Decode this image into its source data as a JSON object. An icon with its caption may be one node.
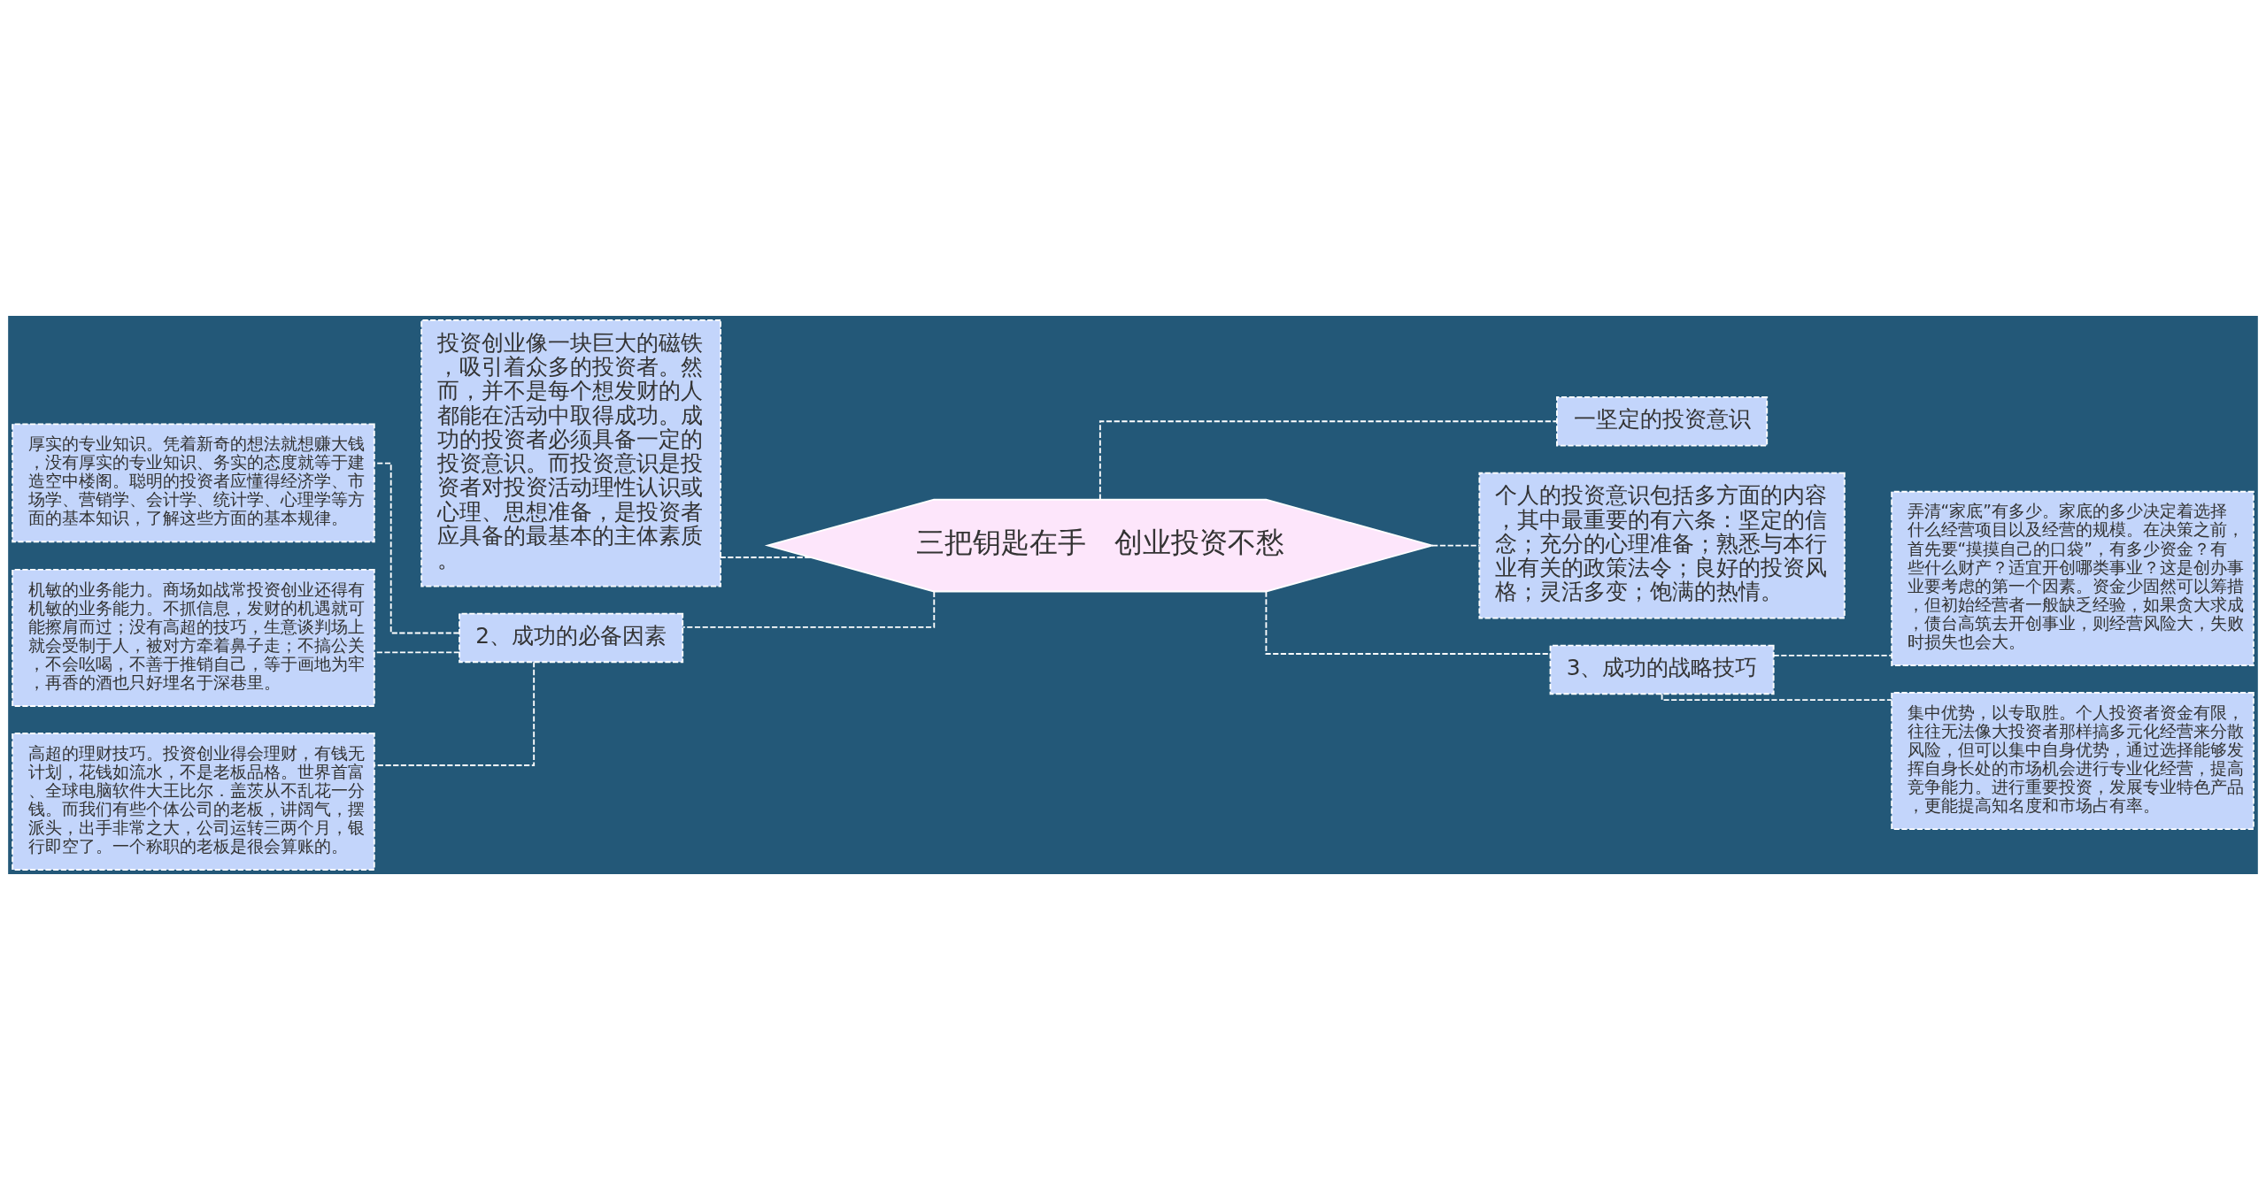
{
  "diagram": {
    "nodes": [
      {
        "text": [
          "三把钥匙在手　创业投资不愁"
        ]
      },
      {
        "text": [
          "投资创业像一块巨大的磁铁，吸引着众多的投资者。然而，并不是每个想发财的人都能在活动中取得成功。成功的投资者必须具备一定的投资意识。而投资意识是投资者对投资活动理性认识或心理、思想准备，是投资者应具备的最基本的主体素质。"
        ]
      },
      {
        "text": [
          "2、成功的必备因素"
        ]
      },
      {
        "text": [
          "厚实的专业知识。凭着新奇的想法就想赚大钱，没有厚实的专业知识、务实的态度就等于建造空中楼阁。聪明的投资者应懂得经济学、市场学、营销学、会计学、统计学、心理学等方面的基本知识，了解这些方面的基本规律。"
        ]
      },
      {
        "text": [
          "机敏的业务能力。商场如战常投资创业还得有机敏的业务能力。不抓信息，发财的机遇就可能擦肩而过；没有高超的技巧，生意谈判场上就会受制于人，被对方牵着鼻子走；不搞公关，不会吆喝，不善于推销自己，等于画地为牢，再香的酒也只好埋名于深巷里。"
        ]
      },
      {
        "text": [
          "高超的理财技巧。投资创业得会理财，有钱无计划，花钱如流水，不是老板品格。世界首富、全球电脑软件大王比尔．盖茨从不乱花一分钱。而我们有些个体公司的老板，讲阔气，摆派头，出手非常之大，公司运转三两个月，银行即空了。一个称职的老板是很会算账的。"
        ]
      },
      {
        "text": [
          "一坚定的投资意识"
        ]
      },
      {
        "text": [
          "个人的投资意识包括多方面的内容，其中最重要的有六条：坚定的信念；充分的心理准备；熟悉与本行业有关的政策法令；良好的投资风格；灵活多变；饱满的热情。"
        ]
      },
      {
        "text": [
          "3、成功的战略技巧"
        ]
      },
      {
        "text": [
          "弄清“家底”有多少。家底的多少决定着选择什么经营项目以及经营的规模。在决策之前，首先要“摸摸自己的口袋”，有多少资金？有些什么财产？适宜开创哪类事业？这是创办事业要考虑的第一个因素。资金少固然可以筹措，但初始经营者一般缺乏经验，如果贪大求成，债台高筑去开创事业，则经营风险大，失败时损失也会大。"
        ]
      },
      {
        "text": [
          "集中优势，以专取胜。个人投资者资金有限，往往无法像大投资者那样搞多元化经营来分散风险，但可以集中自身优势，通过选择能够发挥自身长处的市场机会进行专业化经营，提高竞争能力。进行重要投资，发展专业特色产品，更能提高知名度和市场占有率。"
        ]
      }
    ],
    "edges": [
      {
        "from": 0,
        "to": 1,
        "arrow": "none",
        "style": "dashed"
      },
      {
        "from": 0,
        "to": 2,
        "arrow": "none",
        "style": "dashed"
      },
      {
        "from": 2,
        "to": 3,
        "arrow": "none",
        "style": "dashed"
      },
      {
        "from": 2,
        "to": 4,
        "arrow": "none",
        "style": "dashed"
      },
      {
        "from": 2,
        "to": 5,
        "arrow": "none",
        "style": "dashed"
      },
      {
        "from": 0,
        "to": 6,
        "arrow": "none",
        "style": "dashed"
      },
      {
        "from": 0,
        "to": 7,
        "arrow": "none",
        "style": "dashed"
      },
      {
        "from": 0,
        "to": 8,
        "arrow": "none",
        "style": "dashed"
      },
      {
        "from": 8,
        "to": 9,
        "arrow": "none",
        "style": "dashed"
      },
      {
        "from": 8,
        "to": 10,
        "arrow": "none",
        "style": "dashed"
      }
    ]
  }
}
